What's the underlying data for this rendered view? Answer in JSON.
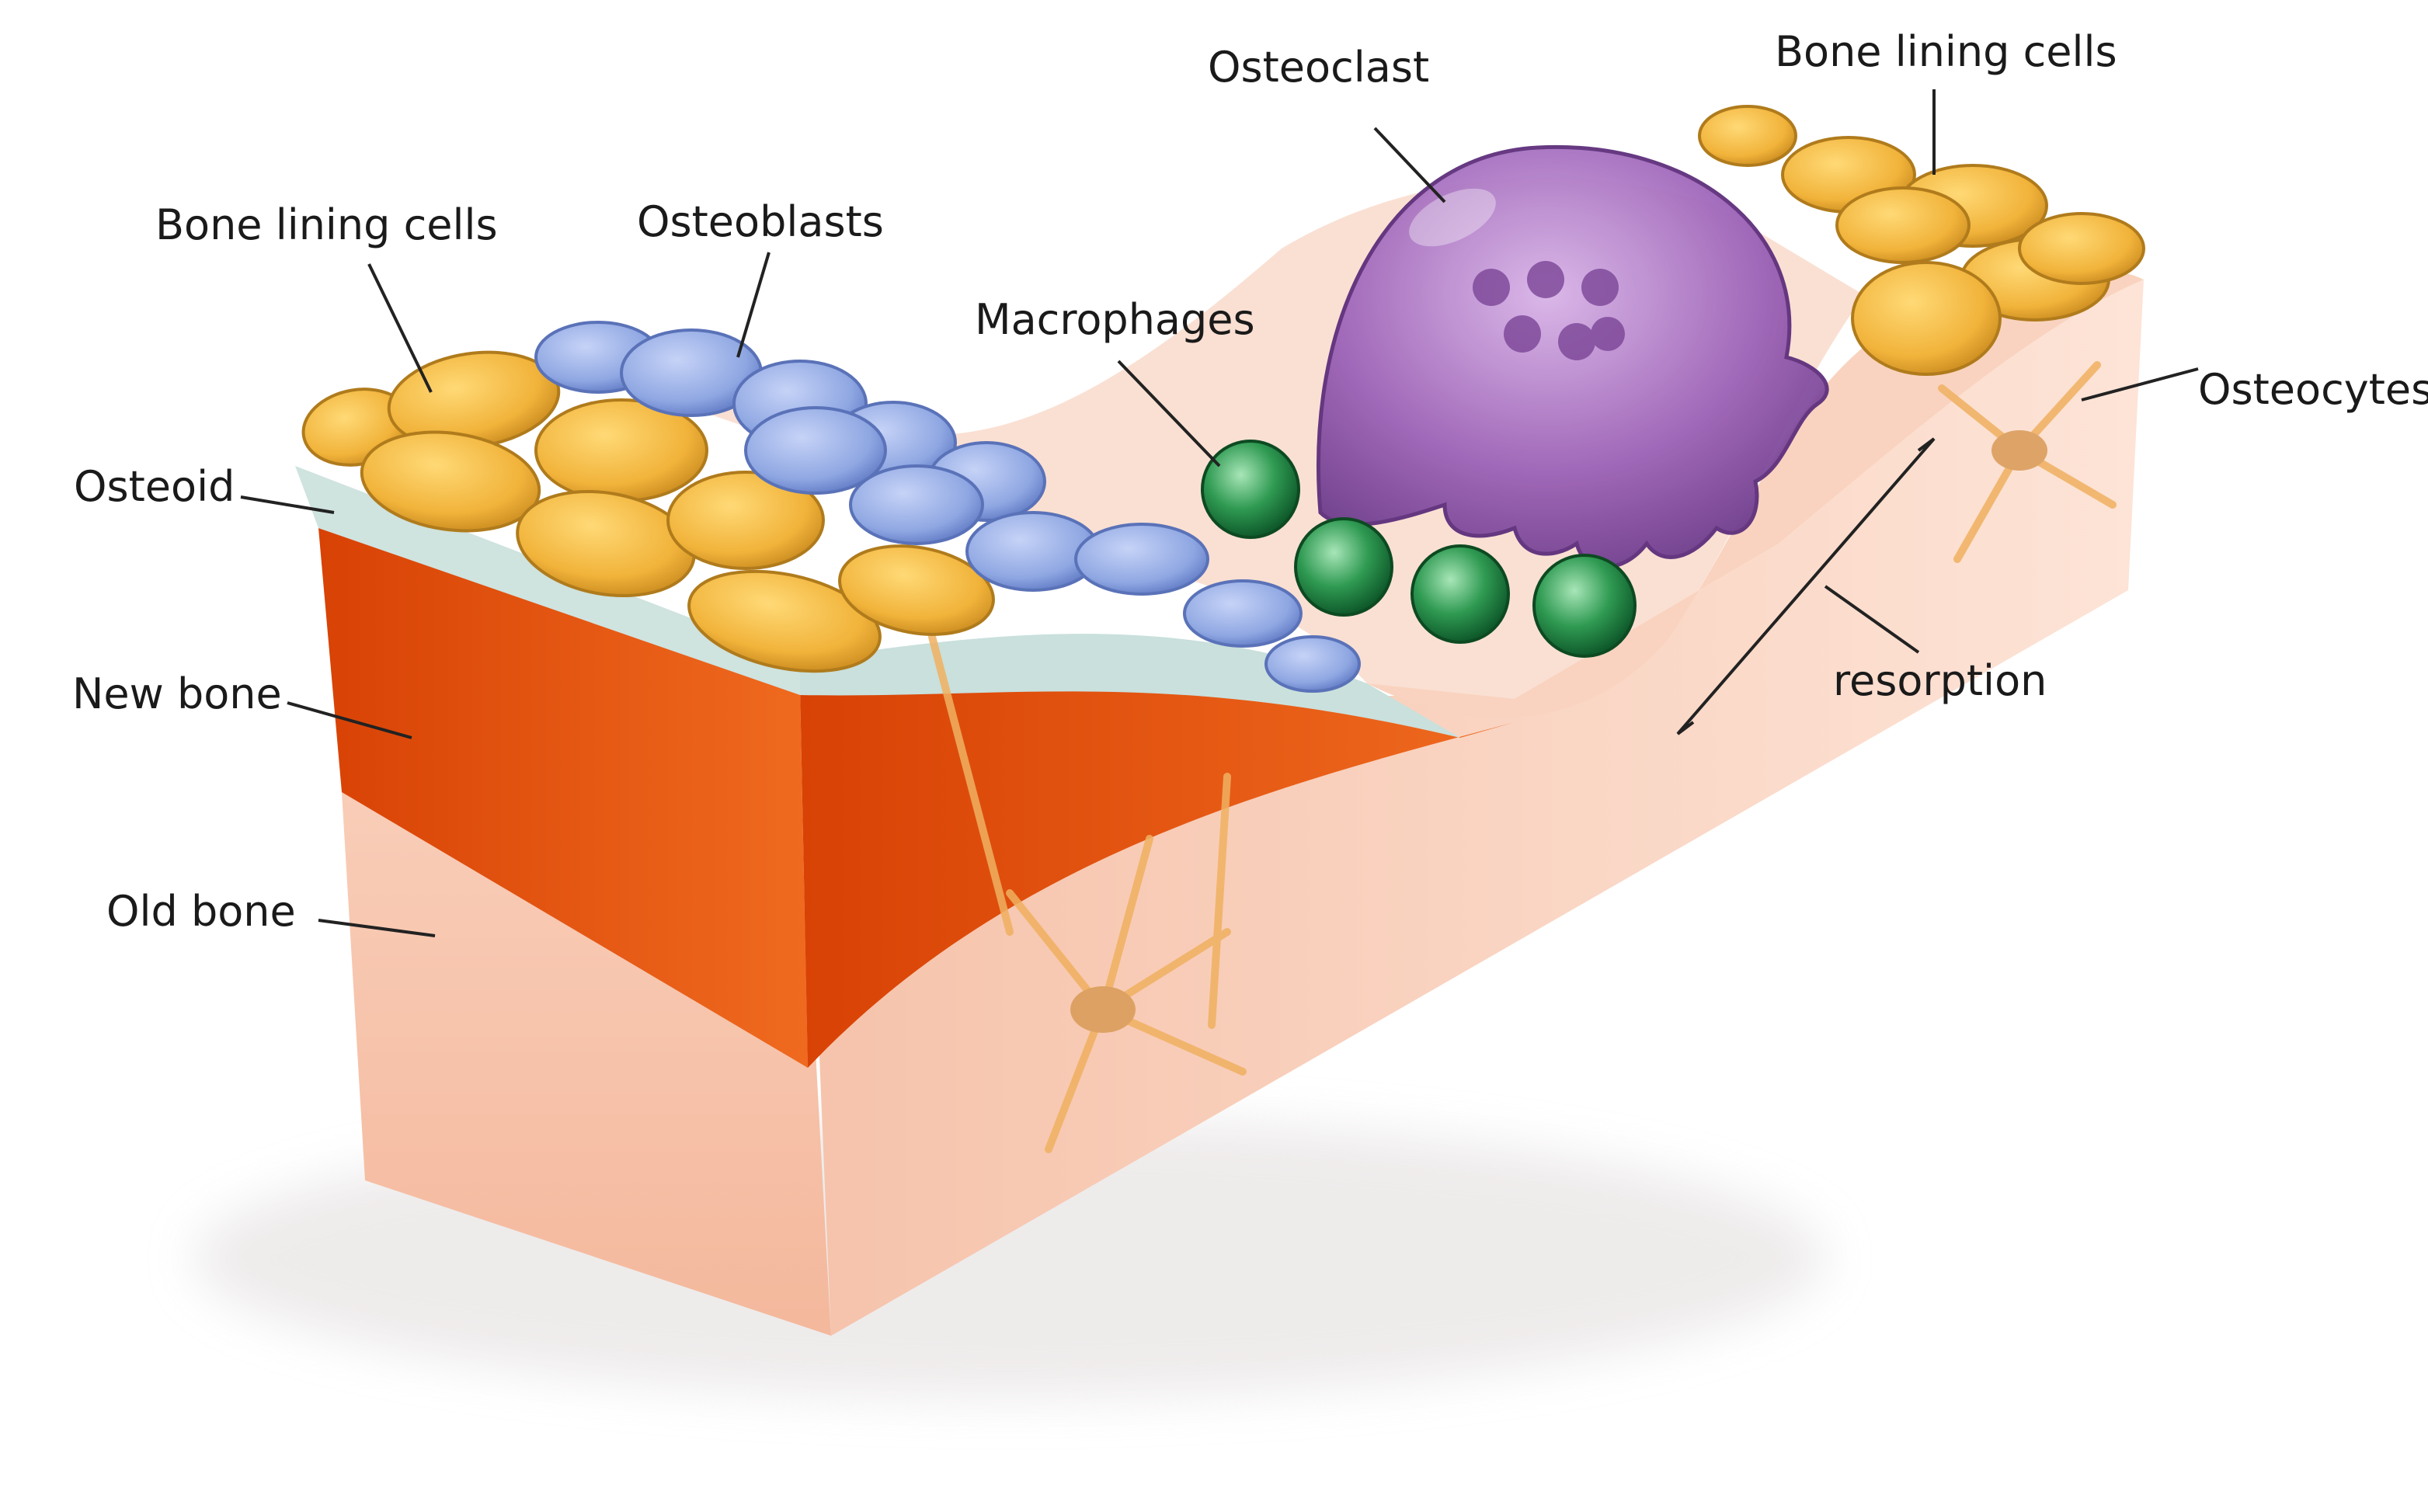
{
  "labels": {
    "bone_lining_cells_left": "Bone lining cells",
    "osteoblasts": "Osteoblasts",
    "osteoclast": "Osteoclast",
    "bone_lining_cells_right": "Bone lining cells",
    "macrophages": "Macrophages",
    "osteoid": "Osteoid",
    "osteocytes": "Osteocytes",
    "new_bone": "New bone",
    "old_bone": "Old bone",
    "resorption": "resorption"
  },
  "colors": {
    "old_bone": "#f7c4ad",
    "new_bone": "#e5500f",
    "osteoid": "#c9e0dc",
    "lining_cell": "#f1b33a",
    "osteoblast": "#8fa7e2",
    "osteoclast": "#9d63b8",
    "macrophage": "#2f9a52",
    "osteocyte": "#f0b060"
  }
}
